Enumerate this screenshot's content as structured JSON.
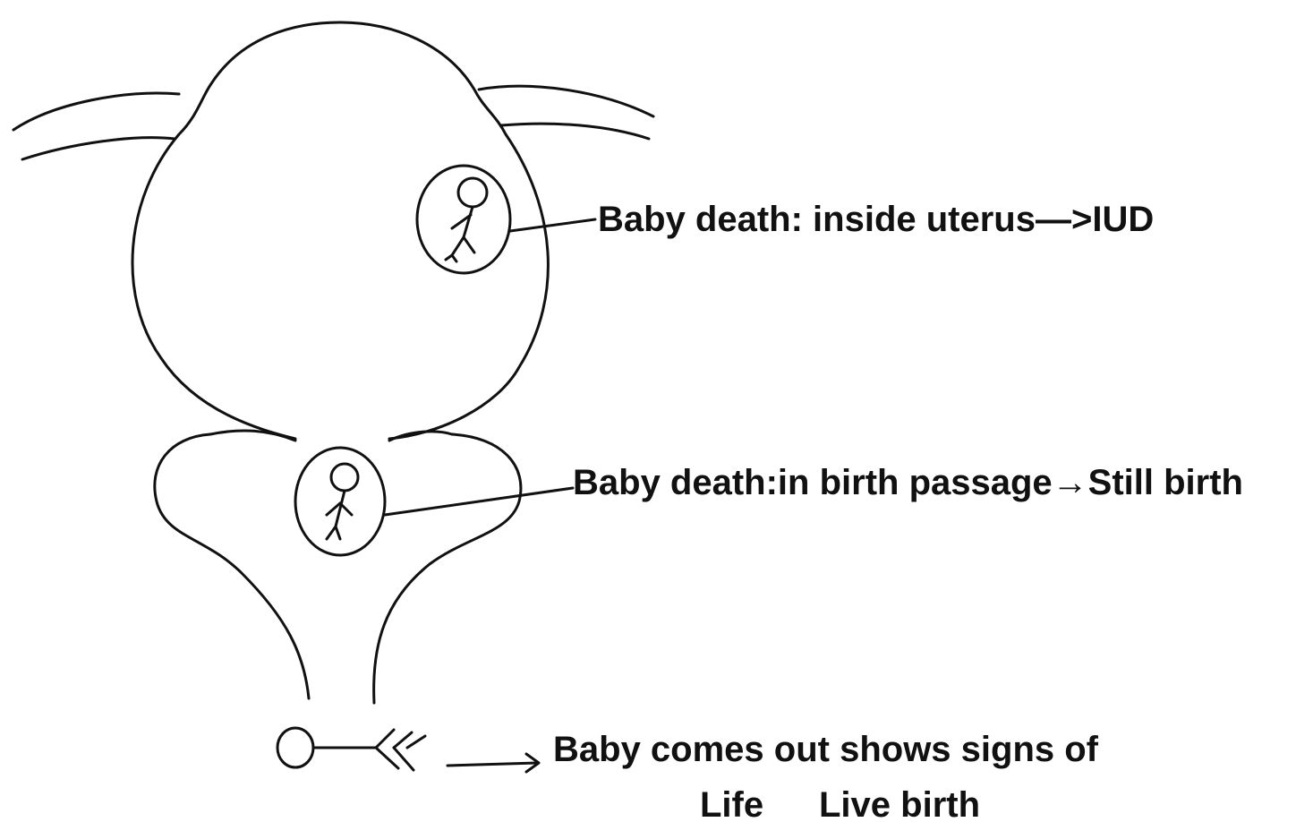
{
  "labels": {
    "iud": "Baby death: inside uterus—>IUD",
    "still_birth": "Baby death:in birth passage→Still birth",
    "live_birth_line1": "Baby comes out shows signs of",
    "live_birth_line2_a": "Life",
    "live_birth_line2_b": "Live birth"
  }
}
